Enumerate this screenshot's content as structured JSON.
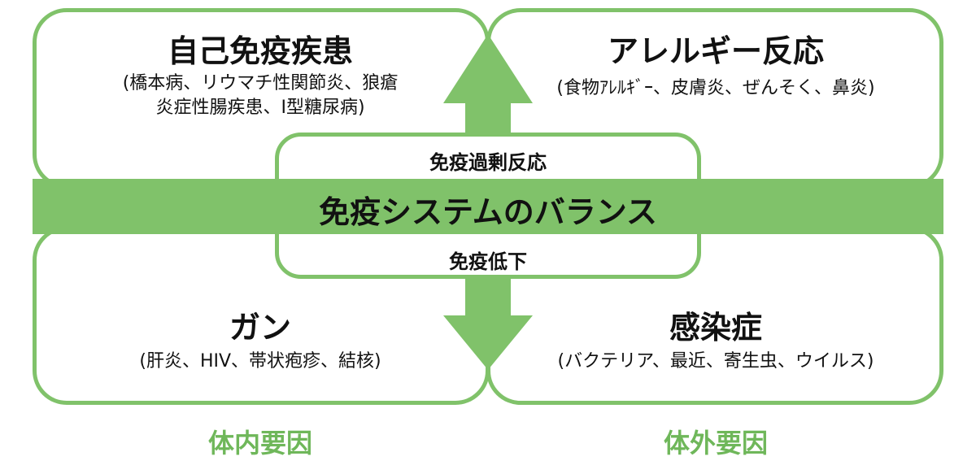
{
  "colors": {
    "accent": "#80c26a"
  },
  "quadrants": {
    "top_left": {
      "title": "自己免疫疾患",
      "detail_line1": "(橋本病、リウマチ性関節炎、狼瘡",
      "detail_line2": "炎症性腸疾患、I型糖尿病)"
    },
    "top_right": {
      "title": "アレルギー反応",
      "detail": "(食物ｱﾚﾙｷﾞｰ、皮膚炎、ぜんそく、鼻炎)"
    },
    "bottom_left": {
      "title": "ガン",
      "detail": "(肝炎、HIV、帯状疱疹、結核)"
    },
    "bottom_right": {
      "title": "感染症",
      "detail": "(バクテリア、最近、寄生虫、ウイルス)"
    }
  },
  "center": {
    "upper": "免疫過剰反応",
    "band": "免疫システムのバランス",
    "lower": "免疫低下"
  },
  "footer": {
    "left": "体内要因",
    "right": "体外要因"
  }
}
